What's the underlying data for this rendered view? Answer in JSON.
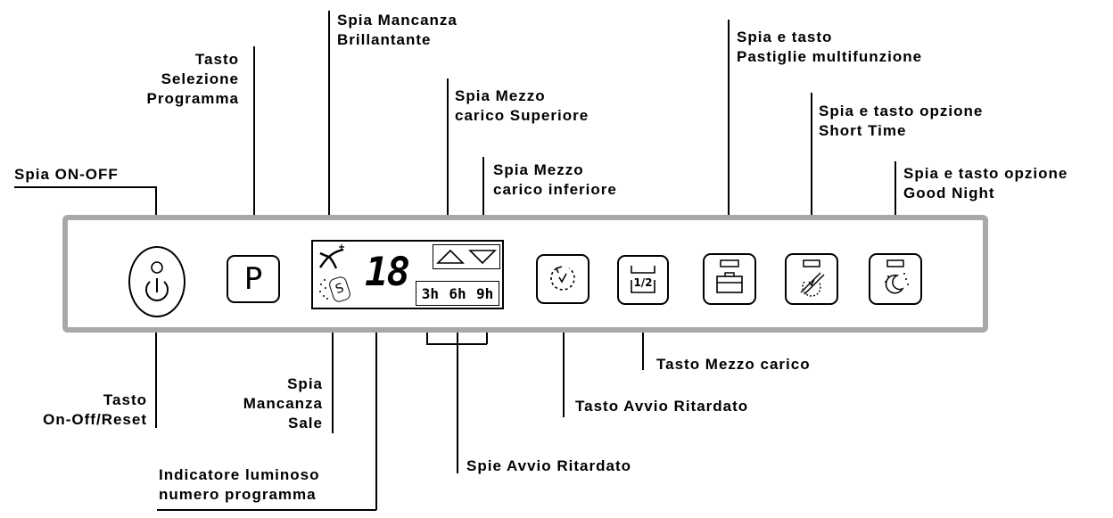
{
  "labels": {
    "spia_on_off": "Spia ON-OFF",
    "tasto_selezione": [
      "Tasto",
      "Selezione",
      "Programma"
    ],
    "spia_brillantante": [
      "Spia Mancanza",
      "Brillantante"
    ],
    "spia_mezzo_superiore": [
      "Spia Mezzo",
      "carico Superiore"
    ],
    "spia_mezzo_inferiore": [
      "Spia Mezzo",
      "carico inferiore"
    ],
    "spia_pastiglie": [
      "Spia e tasto",
      "Pastiglie multifunzione"
    ],
    "spia_short_time": [
      "Spia e tasto opzione",
      "Short Time"
    ],
    "spia_good_night": [
      "Spia e tasto opzione",
      "Good Night"
    ],
    "tasto_on_off": [
      "Tasto",
      "On-Off/Reset"
    ],
    "spia_sale": [
      "Spia",
      "Mancanza",
      "Sale"
    ],
    "indicatore": [
      "Indicatore luminoso",
      "numero programma"
    ],
    "spie_avvio": "Spie Avvio Ritardato",
    "tasto_avvio": "Tasto Avvio Ritardato",
    "tasto_mezzo": "Tasto Mezzo carico"
  },
  "panel": {
    "program_key": "P",
    "display_digits": "18",
    "delay_hours": [
      "3h",
      "6h",
      "9h"
    ],
    "salt_symbol": "S",
    "half_load_symbol": "1/2"
  },
  "colors": {
    "panel_border": "#a8a8a8",
    "line": "#000000"
  },
  "icons": [
    "power-icon",
    "program-p-icon",
    "rinse-aid-star-icon",
    "salt-icon",
    "upper-load-triangle-icon",
    "lower-load-triangle-icon",
    "delay-clock-icon",
    "half-load-icon",
    "multitab-icon",
    "short-time-icon",
    "good-night-moon-icon"
  ]
}
